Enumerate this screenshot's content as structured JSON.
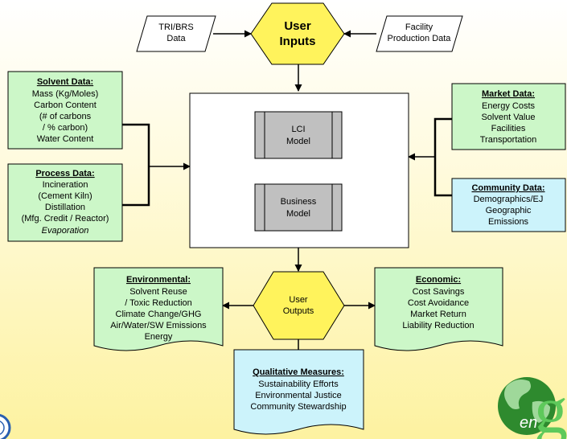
{
  "colors": {
    "green": "#ccf7c8",
    "blue": "#ccf3fb",
    "hexagon": "#fff35c",
    "model_gray": "#c0c0c0",
    "line": "#000000",
    "globe": "#2e8a2e"
  },
  "icons": {
    "globe": "globe-logo-icon",
    "seal": "agency-seal-icon"
  },
  "tri_brs": [
    "TRI/BRS",
    "Data"
  ],
  "facility": [
    "Facility",
    "Production Data"
  ],
  "user_inputs": [
    "User",
    "Inputs"
  ],
  "solvent": {
    "title": "Solvent Data:",
    "lines": [
      "Mass (Kg/Moles)",
      "Carbon Content",
      "(# of carbons",
      "/  % carbon)",
      "Water Content"
    ]
  },
  "process": {
    "title": "Process Data:",
    "lines": [
      "Incineration",
      "(Cement Kiln)",
      "Distillation",
      "(Mfg. Credit / Reactor)"
    ],
    "italic_line": "Evaporation"
  },
  "market": {
    "title": "Market Data:",
    "lines": [
      "Energy Costs",
      "Solvent Value",
      "Facilities",
      "Transportation"
    ]
  },
  "community": {
    "title": "Community Data:",
    "lines": [
      "Demographics/EJ",
      "Geographic",
      "Emissions"
    ]
  },
  "lci_model": [
    "LCI",
    "Model"
  ],
  "business_model": [
    "Business",
    "Model"
  ],
  "user_outputs": [
    "User",
    "Outputs"
  ],
  "environmental": {
    "title": "Environmental:",
    "lines": [
      "Solvent Reuse",
      "/ Toxic Reduction",
      "Climate Change/GHG",
      "Air/Water/SW Emissions",
      "Energy"
    ]
  },
  "economic": {
    "title": "Economic:",
    "lines": [
      "Cost Savings",
      "Cost Avoidance",
      "Market Return",
      "Liability Reduction"
    ]
  },
  "qualitative": {
    "title": "Qualitative Measures:",
    "lines": [
      "Sustainability Efforts",
      "Environmental Justice",
      "Community Stewardship"
    ]
  },
  "logo": {
    "prefix": "en",
    "letter": "g"
  }
}
